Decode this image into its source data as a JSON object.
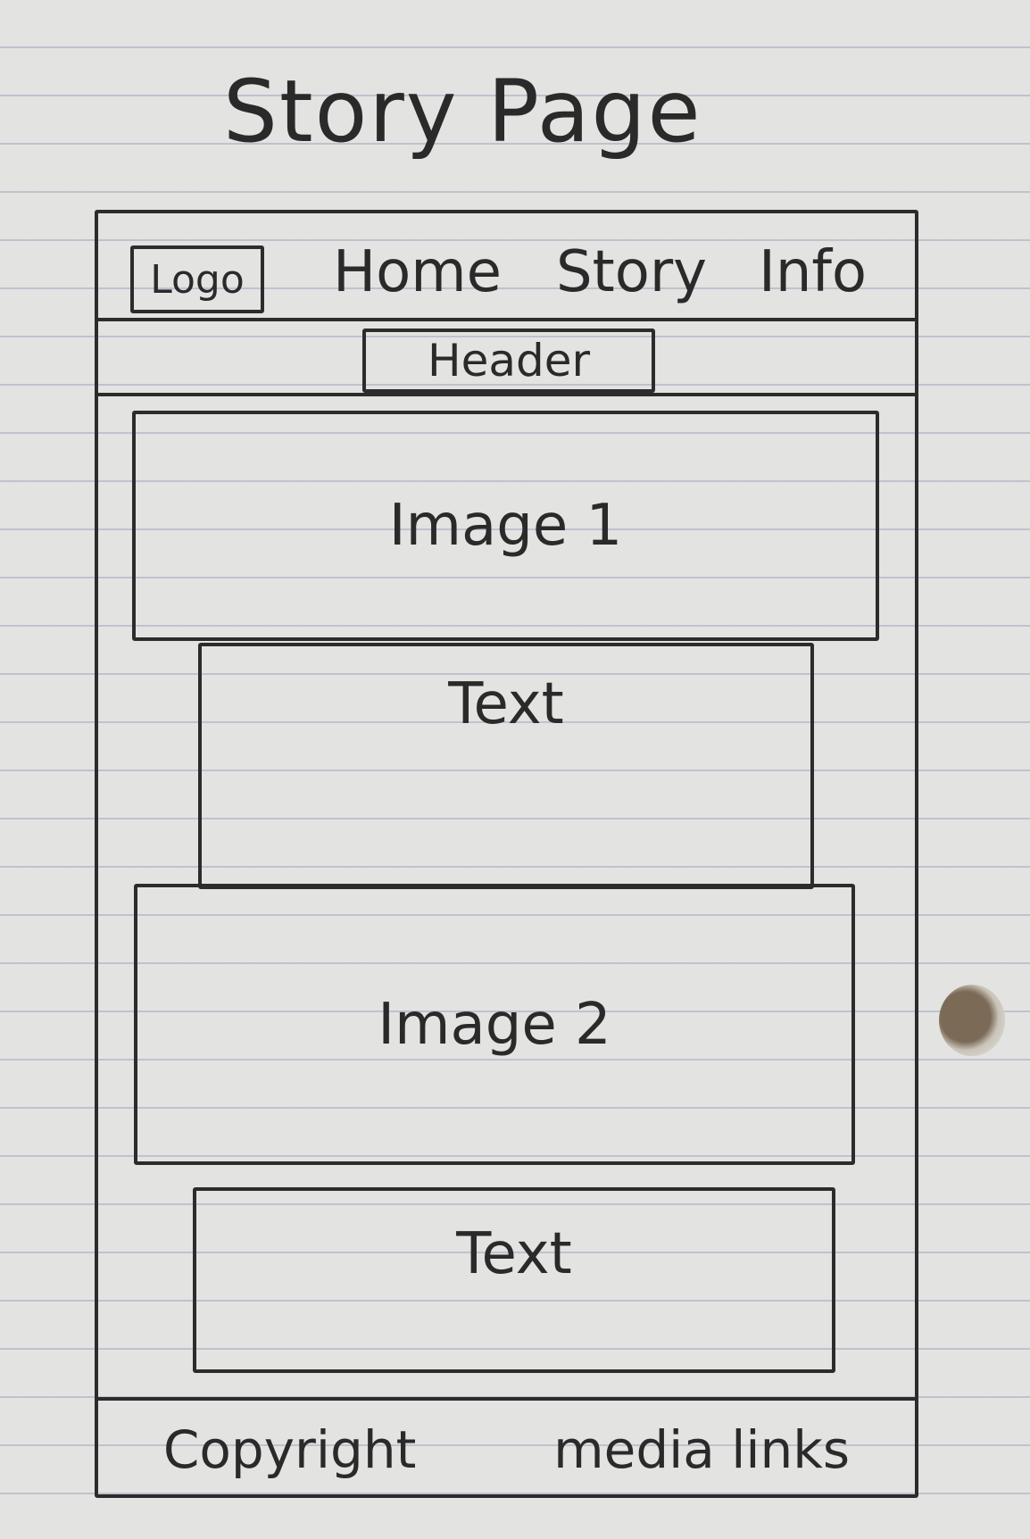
{
  "title": "Story Page",
  "nav": {
    "logo": "Logo",
    "home": "Home",
    "story": "Story",
    "info": "Info"
  },
  "header": "Header",
  "main": {
    "image1": "Image 1",
    "text1": "Text",
    "image2": "Image 2",
    "text2": "Text"
  },
  "footer": {
    "copyright": "Copyright",
    "media_links": "media links"
  },
  "colors": {
    "paper": "#e3e3e1",
    "ink": "#2c2c2c",
    "rule_lines": "#a0a8be"
  }
}
